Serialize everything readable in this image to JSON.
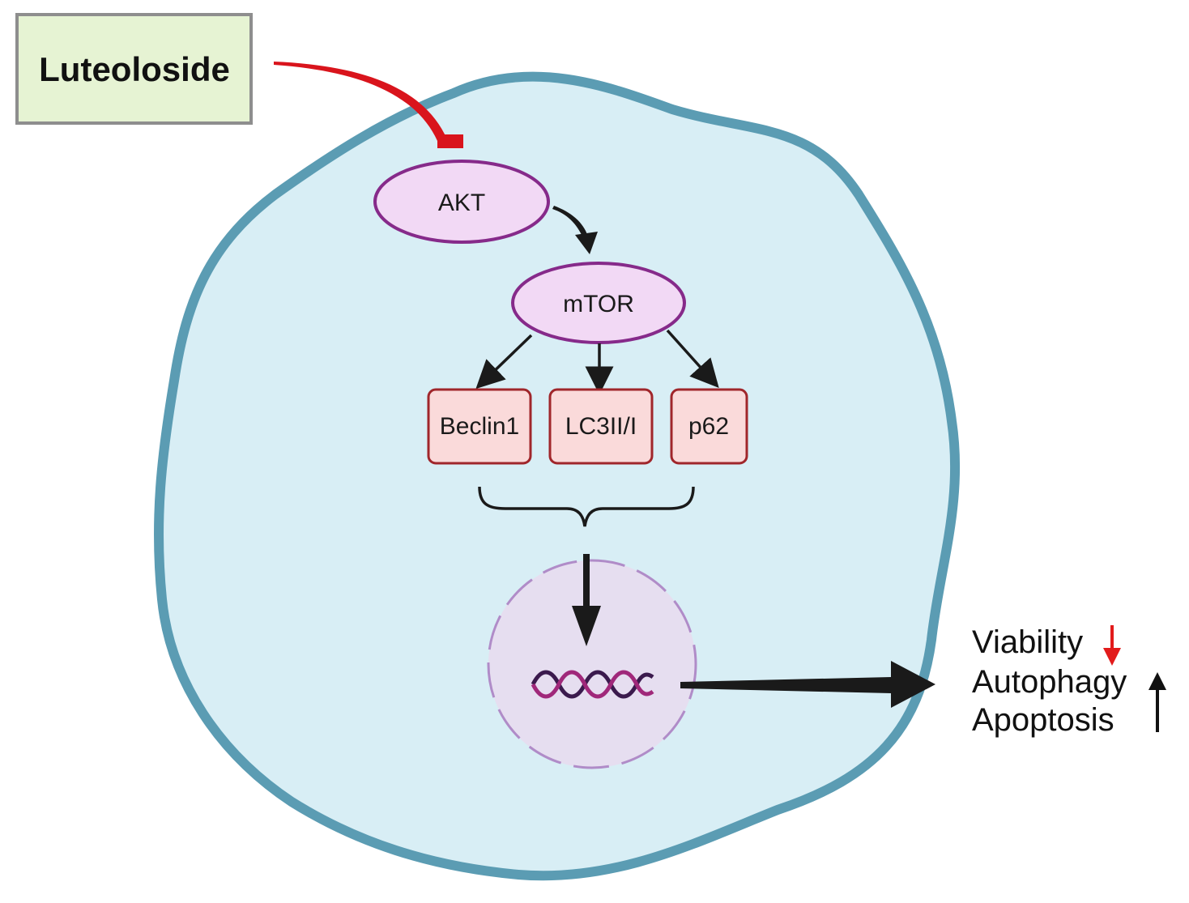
{
  "drug": {
    "label": "Luteoloside"
  },
  "nodes": {
    "akt": "AKT",
    "mtor": "mTOR",
    "beclin1": "Beclin1",
    "lc3": "LC3II/I",
    "p62": "p62"
  },
  "outcomes": [
    {
      "label": "Viability",
      "direction": "down"
    },
    {
      "label": "Autophagy",
      "direction": "up"
    },
    {
      "label": "Apoptosis",
      "direction": "up"
    }
  ],
  "colors": {
    "cell_fill": "#d8eef5",
    "cell_border": "#5b9cb3",
    "drug_box_fill": "#e6f3d3",
    "drug_box_border": "#8e8e8e",
    "inhibition": "#d9141c",
    "ellipse_fill": "#f2d9f5",
    "ellipse_border": "#862a8a",
    "box_fill": "#fadada",
    "box_border": "#a0262b",
    "nucleus_fill": "#e6def0",
    "nucleus_border": "#b08cc8",
    "dna_dark": "#3b1a4d",
    "dna_light": "#a0287a",
    "down_arrow": "#e21b1b"
  }
}
